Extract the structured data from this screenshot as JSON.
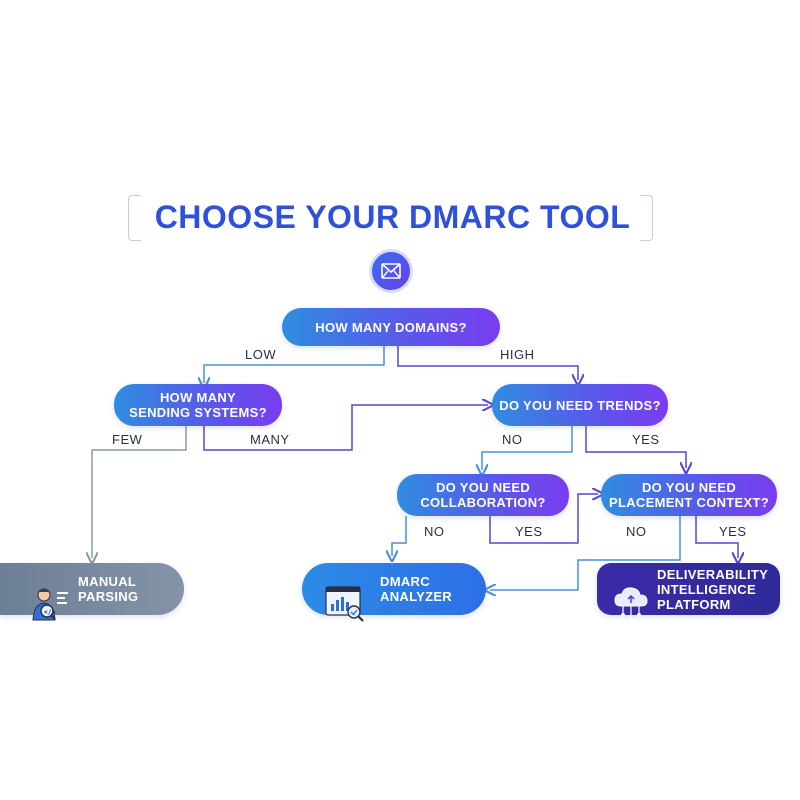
{
  "title": "CHOOSE YOUR DMARC TOOL",
  "nodes": {
    "domains": "HOW MANY DOMAINS?",
    "sending": "HOW MANY\nSENDING SYSTEMS?",
    "trends": "DO YOU NEED TRENDS?",
    "collab": "DO YOU NEED\nCOLLABORATION?",
    "placement": "DO YOU NEED\nPLACEMENT CONTEXT?",
    "manual": "MANUAL\nPARSING",
    "analyzer": "DMARC\nANALYZER",
    "platform": "DELIVERABILITY\nINTELLIGENCE\nPLATFORM"
  },
  "edges": {
    "low": "LOW",
    "high": "HIGH",
    "few": "FEW",
    "many": "MANY",
    "trends_no": "NO",
    "trends_yes": "YES",
    "collab_no": "NO",
    "collab_yes": "YES",
    "placement_no": "NO",
    "placement_yes": "YES"
  },
  "colors": {
    "title": "#2f50d8",
    "line_blue": "#4a8fd8",
    "line_purple": "#5a45d8",
    "line_gray": "#8a98ac"
  },
  "icons": {
    "logo": "mail-envelope-icon",
    "manual": "person-magnifier-icon",
    "analyzer": "chart-report-icon",
    "platform": "cloud-network-icon"
  }
}
